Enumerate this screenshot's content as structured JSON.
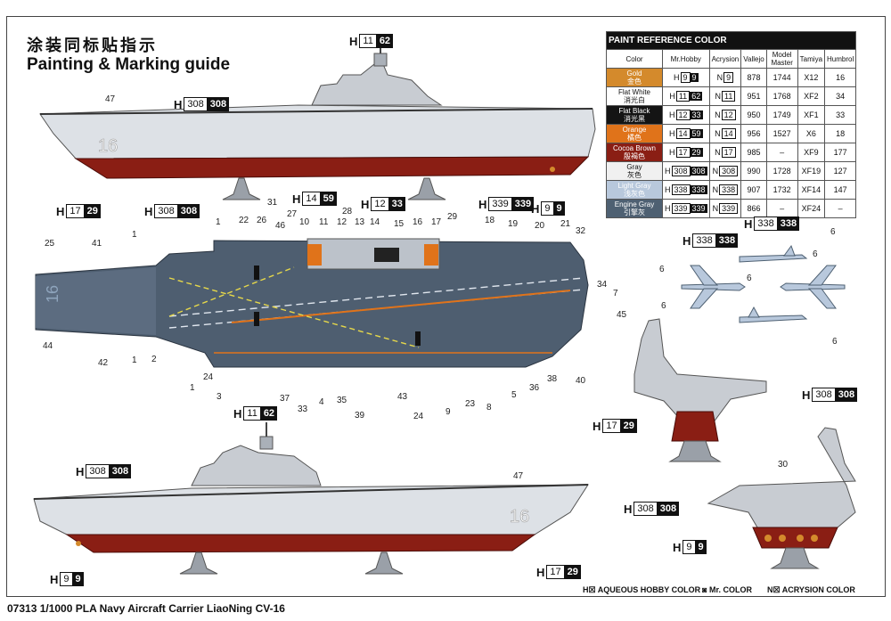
{
  "header": {
    "title_cn": "涂装同标贴指示",
    "title_en": "Painting & Marking guide"
  },
  "footer": {
    "product": "07313 1/1000 PLA Navy Aircraft Carrier LiaoNing CV-16"
  },
  "legend": [
    {
      "sym": "H☒",
      "label": "AQUEOUS HOBBY COLOR"
    },
    {
      "sym": "◙",
      "label": "Mr. COLOR"
    },
    {
      "sym": "N☒",
      "label": "ACRYSION COLOR"
    }
  ],
  "table": {
    "caption": "PAINT  REFERENCE COLOR",
    "headers": [
      "Color",
      "Mr.Hobby",
      "Acrysion",
      "Vallejo",
      "Model Master",
      "Tamiya",
      "Humbrol"
    ],
    "rows": [
      {
        "en": "Gold",
        "cn": "金色",
        "swatch": "#d48a2c",
        "text": "#fff",
        "h": "9",
        "m": "9",
        "n": "9",
        "vallejo": "878",
        "mm": "1744",
        "tamiya": "X12",
        "humbrol": "16"
      },
      {
        "en": "Flat White",
        "cn": "消光白",
        "swatch": "#ffffff",
        "text": "#111",
        "h": "11",
        "m": "62",
        "n": "11",
        "vallejo": "951",
        "mm": "1768",
        "tamiya": "XF2",
        "humbrol": "34"
      },
      {
        "en": "Flat Black",
        "cn": "消光黑",
        "swatch": "#141414",
        "text": "#fff",
        "h": "12",
        "m": "33",
        "n": "12",
        "vallejo": "950",
        "mm": "1749",
        "tamiya": "XF1",
        "humbrol": "33"
      },
      {
        "en": "Orange",
        "cn": "橘色",
        "swatch": "#e0731a",
        "text": "#fff",
        "h": "14",
        "m": "59",
        "n": "14",
        "vallejo": "956",
        "mm": "1527",
        "tamiya": "X6",
        "humbrol": "18"
      },
      {
        "en": "Cocoa Brown",
        "cn": "殷褐色",
        "swatch": "#8a1e14",
        "text": "#fff",
        "h": "17",
        "m": "29",
        "n": "17",
        "vallejo": "985",
        "mm": "–",
        "tamiya": "XF9",
        "humbrol": "177"
      },
      {
        "en": "Gray",
        "cn": "灰色",
        "swatch": "#f0f0f0",
        "text": "#111",
        "h": "308",
        "m": "308",
        "n": "308",
        "vallejo": "990",
        "mm": "1728",
        "tamiya": "XF19",
        "humbrol": "127"
      },
      {
        "en": "Light Gray",
        "cn": "浅灰色",
        "swatch": "#b8c8dc",
        "text": "#fff",
        "h": "338",
        "m": "338",
        "n": "338",
        "vallejo": "907",
        "mm": "1732",
        "tamiya": "XF14",
        "humbrol": "147"
      },
      {
        "en": "Engine Gray",
        "cn": "引擎灰",
        "swatch": "#4e6072",
        "text": "#fff",
        "h": "339",
        "m": "339",
        "n": "339",
        "vallejo": "866",
        "mm": "–",
        "tamiya": "XF24",
        "humbrol": "–"
      }
    ]
  },
  "codes": {
    "c1162": {
      "h": "H",
      "w": "11",
      "b": "62"
    },
    "c308": {
      "h": "H",
      "w": "308",
      "b": "308"
    },
    "c1729": {
      "h": "H",
      "w": "17",
      "b": "29"
    },
    "c1459": {
      "h": "H",
      "w": "14",
      "b": "59"
    },
    "c1233": {
      "h": "H",
      "w": "12",
      "b": "33"
    },
    "c339": {
      "h": "H",
      "w": "339",
      "b": "339"
    },
    "c99": {
      "h": "H",
      "w": "9",
      "b": "9"
    },
    "c338": {
      "h": "H",
      "w": "338",
      "b": "338"
    }
  },
  "hull_number": "16",
  "callouts": {
    "n47": "47",
    "n1": "1",
    "n22": "22",
    "n26": "26",
    "n31": "31",
    "n46": "46",
    "n27": "27",
    "n10": "10",
    "n11": "11",
    "n28": "28",
    "n12": "12",
    "n13": "13",
    "n14": "14",
    "n15": "15",
    "n16": "16",
    "n17": "17",
    "n29": "29",
    "n18": "18",
    "n19": "19",
    "n20": "20",
    "n21": "21",
    "n32": "32",
    "n25": "25",
    "n41": "41",
    "n34": "34",
    "n7": "7",
    "n45": "45",
    "n44": "44",
    "n42": "42",
    "n2": "2",
    "n24": "24",
    "n3": "3",
    "n37": "37",
    "n33": "33",
    "n4": "4",
    "n35": "35",
    "n39": "39",
    "n43": "43",
    "n9": "9",
    "n23": "23",
    "n8": "8",
    "n5": "5",
    "n36": "36",
    "n38": "38",
    "n40": "40",
    "n6": "6",
    "n30": "30"
  }
}
